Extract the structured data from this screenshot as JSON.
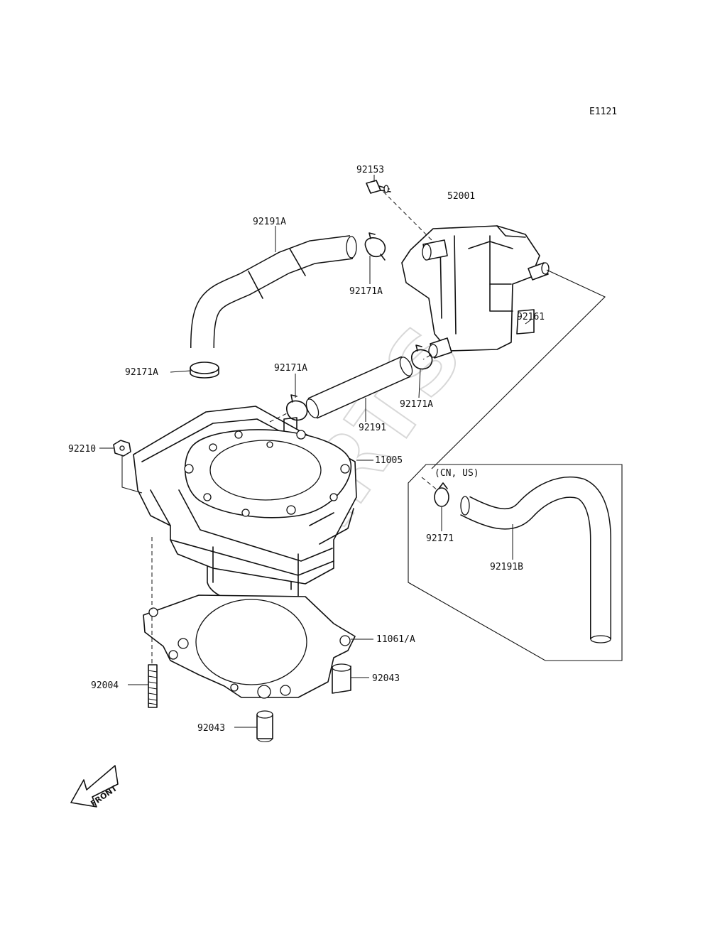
{
  "diagram_code": "E1121",
  "labels": {
    "p92153": "92153",
    "p52001": "52001",
    "p92191A": "92191A",
    "p92171A_top": "92171A",
    "p92161": "92161",
    "p92171A_left": "92171A",
    "p92171A_mid": "92171A",
    "p92171A_right": "92171A",
    "p92191": "92191",
    "p92210": "92210",
    "p11005": "11005",
    "p92171": "92171",
    "p92191B": "92191B",
    "p11061A": "11061/A",
    "p92004": "92004",
    "p92043_right": "92043",
    "p92043_bottom": "92043"
  },
  "inset": {
    "region_note": "(CN, US)"
  },
  "front_indicator": "FRONT",
  "watermark": "XPARTS"
}
